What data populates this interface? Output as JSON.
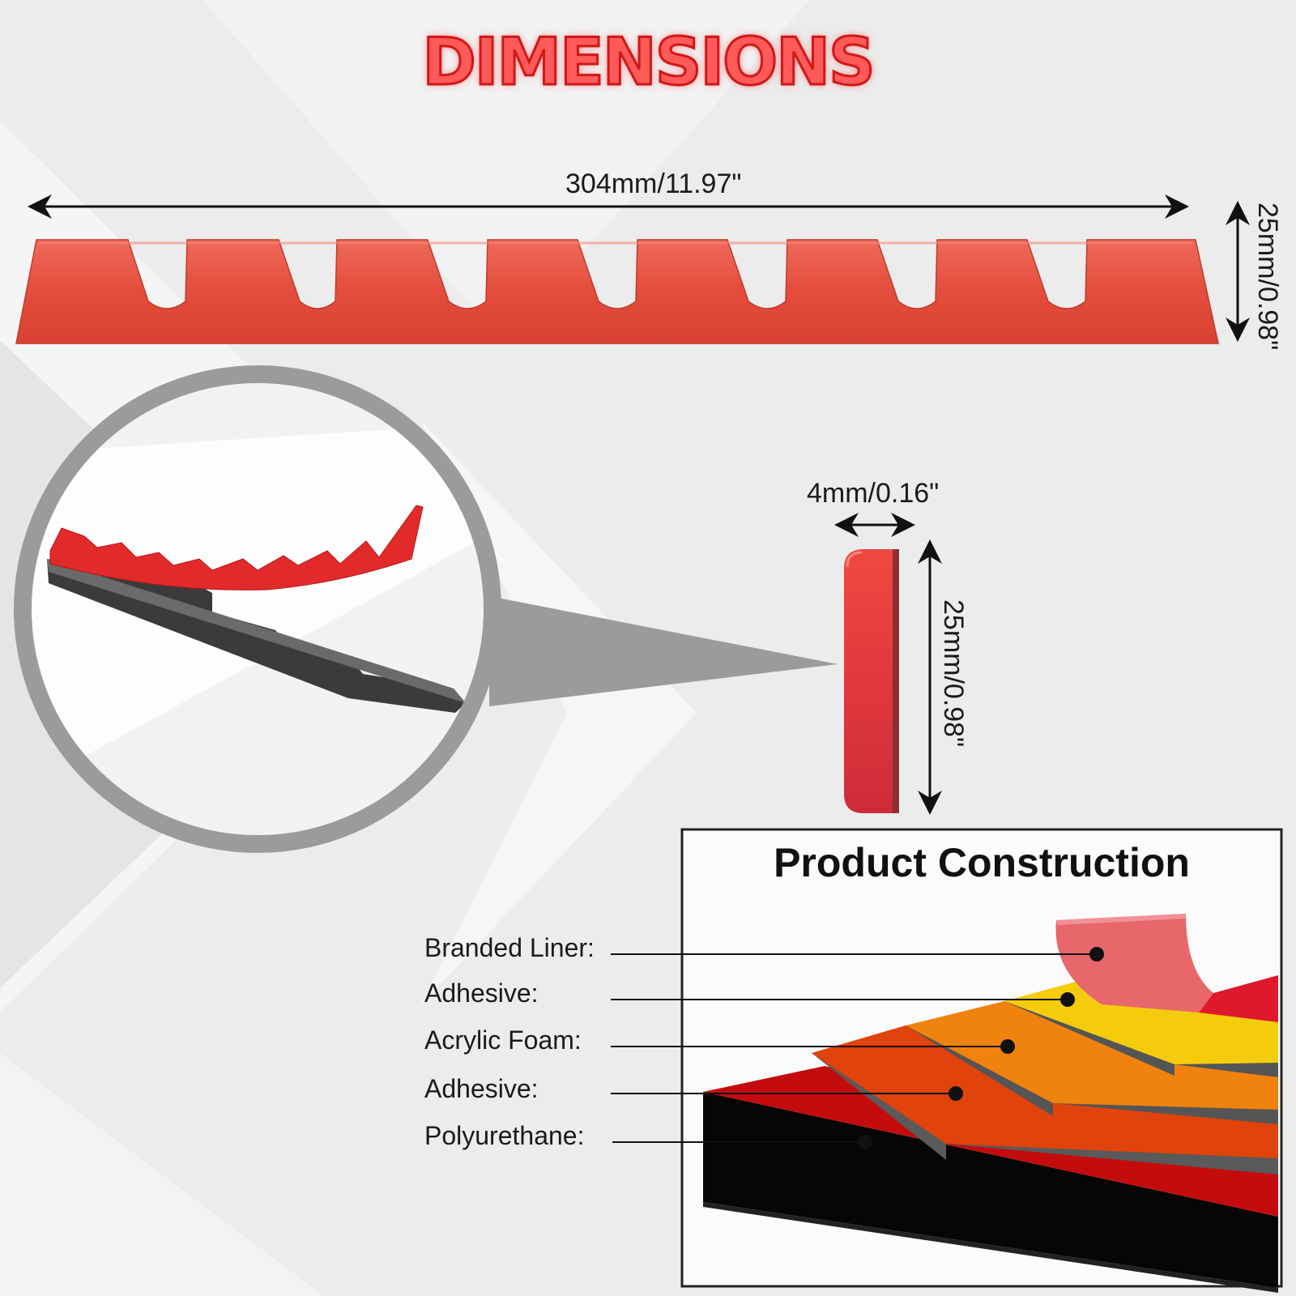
{
  "header": {
    "title": "DIMENSIONS"
  },
  "dimensions": {
    "length": "304mm/11.97\"",
    "height": "25mm/0.98\"",
    "thickness": "4mm/0.16\"",
    "side_height": "25mm/0.98\""
  },
  "construction": {
    "title": "Product Construction",
    "layers": [
      {
        "label": "Branded Liner:",
        "color": "#e8676b"
      },
      {
        "label": "Adhesive:",
        "color": "#f5cc0c"
      },
      {
        "label": "Acrylic Foam:",
        "color": "#f0820e"
      },
      {
        "label": "Adhesive:",
        "color": "#e0430c"
      },
      {
        "label": "Polyurethane:",
        "color": "#c40c0c"
      }
    ]
  },
  "colors": {
    "strip": "#e44c3c",
    "magnifier": "#9b9b9b",
    "title_glow": "#ff3030"
  }
}
